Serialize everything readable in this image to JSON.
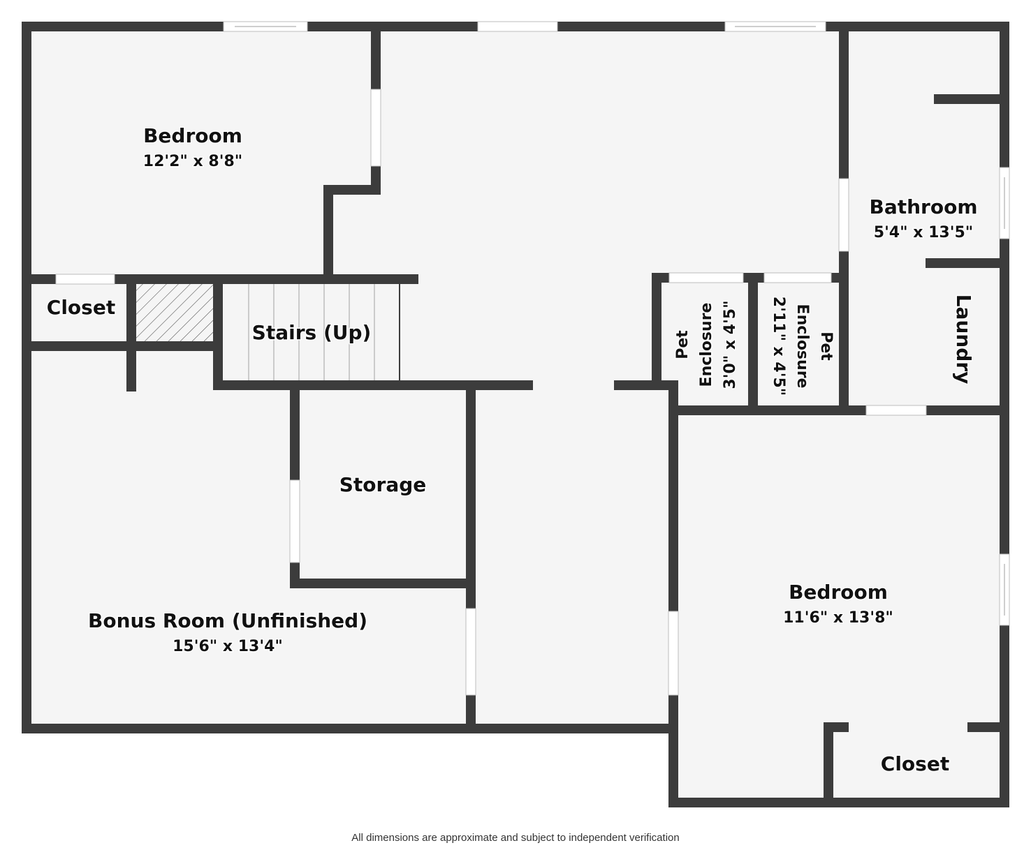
{
  "colors": {
    "wall": "#3c3c3c",
    "floor": "#f5f5f5",
    "opening": "#ffffff"
  },
  "rooms": {
    "bedroom_1": {
      "name": "Bedroom",
      "dims": "12'2\" x 8'8\""
    },
    "closet_1": {
      "name": "Closet"
    },
    "stairs": {
      "name": "Stairs (Up)"
    },
    "storage": {
      "name": "Storage"
    },
    "bonus_room": {
      "name": "Bonus Room (Unfinished)",
      "dims": "15'6\" x 13'4\""
    },
    "pet_enclosure_1": {
      "name_line1": "Pet",
      "name_line2": "Enclosure",
      "dims": "3'0\" x 4'5\""
    },
    "pet_enclosure_2": {
      "name_line1": "Pet",
      "name_line2": "Enclosure",
      "dims": "2'11\" x 4'5\""
    },
    "bathroom": {
      "name": "Bathroom",
      "dims": "5'4\" x 13'5\""
    },
    "laundry": {
      "name": "Laundry"
    },
    "bedroom_2": {
      "name": "Bedroom",
      "dims": "11'6\" x 13'8\""
    },
    "closet_2": {
      "name": "Closet"
    }
  },
  "disclaimer": "All dimensions are approximate and subject to independent verification"
}
